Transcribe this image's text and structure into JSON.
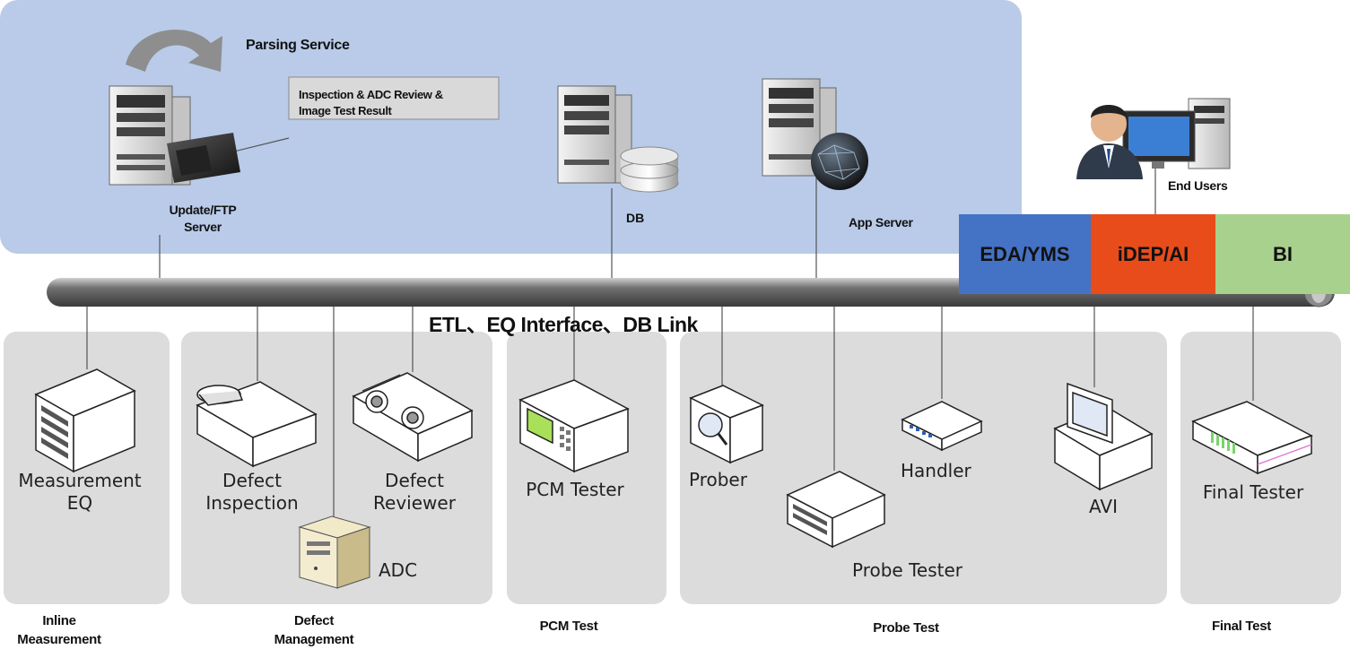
{
  "server_zone": {
    "parsing_service": "Parsing Service",
    "parsing_callout": [
      "Inspection & ADC  Review &",
      "Image  Test Result"
    ],
    "update_ftp_server": [
      "Update/FTP",
      "Server"
    ],
    "db": "DB",
    "app_server": "App Server",
    "end_users": "End Users"
  },
  "systems": [
    {
      "label": "EDA/YMS",
      "color": "#4472c4"
    },
    {
      "label": "iDEP/AI",
      "color": "#e84c1a"
    },
    {
      "label": "BI",
      "color": "#a9d18e"
    }
  ],
  "bus_label": "ETL、EQ Interface、DB Link",
  "devices": {
    "measurement_eq": [
      "Measurement",
      "EQ"
    ],
    "defect_inspection": [
      "Defect",
      "Inspection"
    ],
    "defect_reviewer": [
      "Defect",
      "Reviewer"
    ],
    "adc": "ADC",
    "pcm_tester": "PCM Tester",
    "prober": "Prober",
    "handler": "Handler",
    "avi": "AVI",
    "probe_tester": "Probe Tester",
    "final_tester": "Final Tester"
  },
  "groups": {
    "inline_measurement": [
      "Inline",
      "Measurement"
    ],
    "defect_management": [
      "Defect",
      "Management"
    ],
    "pcm_test": "PCM Test",
    "probe_test": "Probe Test",
    "final_test": "Final Test"
  }
}
